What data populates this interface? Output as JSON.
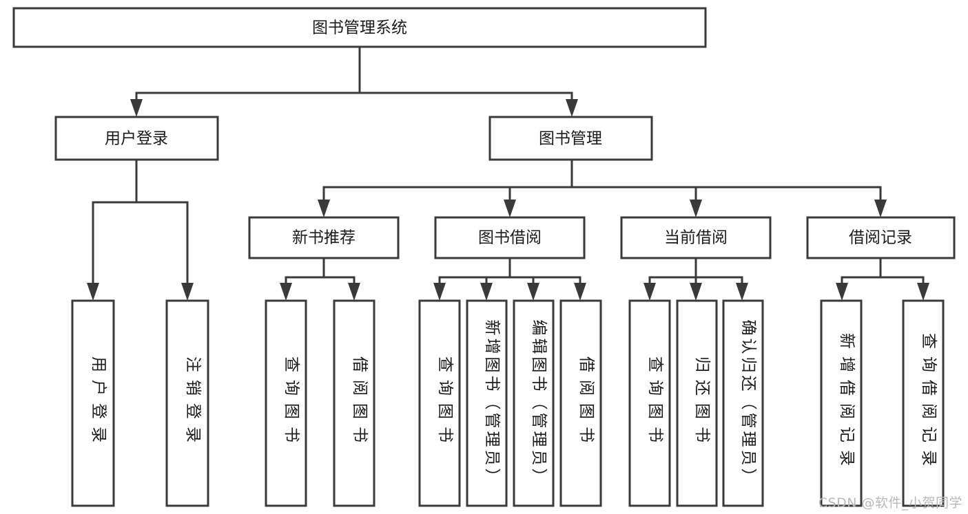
{
  "diagram": {
    "type": "tree-hierarchy",
    "orientation": "top-down",
    "root": {
      "id": "root",
      "label": "图书管理系统"
    },
    "level2": [
      {
        "id": "user-login",
        "label": "用户登录"
      },
      {
        "id": "book-manage",
        "label": "图书管理"
      }
    ],
    "level3": [
      {
        "id": "new-book-recommend",
        "label": "新书推荐",
        "parent": "book-manage"
      },
      {
        "id": "book-borrow",
        "label": "图书借阅",
        "parent": "book-manage"
      },
      {
        "id": "current-borrow",
        "label": "当前借阅",
        "parent": "book-manage"
      },
      {
        "id": "borrow-record",
        "label": "借阅记录",
        "parent": "book-manage"
      }
    ],
    "leaves": {
      "user-login": [
        {
          "id": "leaf-user-login",
          "label": "用户登录"
        },
        {
          "id": "leaf-logout",
          "label": "注销登录"
        }
      ],
      "new-book-recommend": [
        {
          "id": "leaf-query-book-1",
          "label": "查询图书"
        },
        {
          "id": "leaf-borrow-book-1",
          "label": "借阅图书"
        }
      ],
      "book-borrow": [
        {
          "id": "leaf-query-book-2",
          "label": "查询图书"
        },
        {
          "id": "leaf-add-book",
          "label": "新增图书（管理员）"
        },
        {
          "id": "leaf-edit-book",
          "label": "编辑图书（管理员）"
        },
        {
          "id": "leaf-borrow-book-2",
          "label": "借阅图书"
        }
      ],
      "current-borrow": [
        {
          "id": "leaf-query-book-3",
          "label": "查询图书"
        },
        {
          "id": "leaf-return-book",
          "label": "归还图书"
        },
        {
          "id": "leaf-confirm-return",
          "label": "确认归还（管理员）"
        }
      ],
      "borrow-record": [
        {
          "id": "leaf-add-record",
          "label": "新增借阅记录"
        },
        {
          "id": "leaf-query-record",
          "label": "查询借阅记录"
        }
      ]
    },
    "colors": {
      "box_stroke": "#3a3a3a",
      "box_fill": "#ffffff",
      "text": "#1a1a1a",
      "background": "#ffffff",
      "watermark": "#b9b9b9"
    }
  },
  "watermark": {
    "text": "CSDN @软件_小贺同学"
  }
}
